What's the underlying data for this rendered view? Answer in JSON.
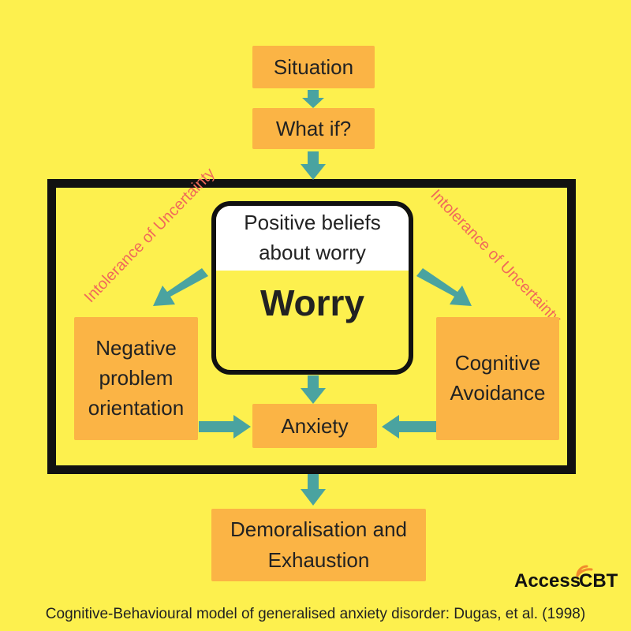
{
  "nodes": {
    "situation": "Situation",
    "what_if": "What if?",
    "positive_beliefs": "Positive beliefs about worry",
    "worry": "Worry",
    "negative_orientation": "Negative problem orientation",
    "cognitive_avoidance": "Cognitive Avoidance",
    "anxiety": "Anxiety",
    "demoralisation": "Demoralisation and Exhaustion"
  },
  "annotations": {
    "intolerance_left": "Intolerance of Uncertainty",
    "intolerance_right": "Intolerance of Uncertainty"
  },
  "caption": "Cognitive-Behavioural model of generalised anxiety disorder:  Dugas, et al. (1998)",
  "logo": "AccessCBT",
  "colors": {
    "background": "#fdf04e",
    "box": "#fbb445",
    "arrow": "#4aa3a0",
    "annotation": "#f06a5a",
    "frame": "#111111"
  }
}
